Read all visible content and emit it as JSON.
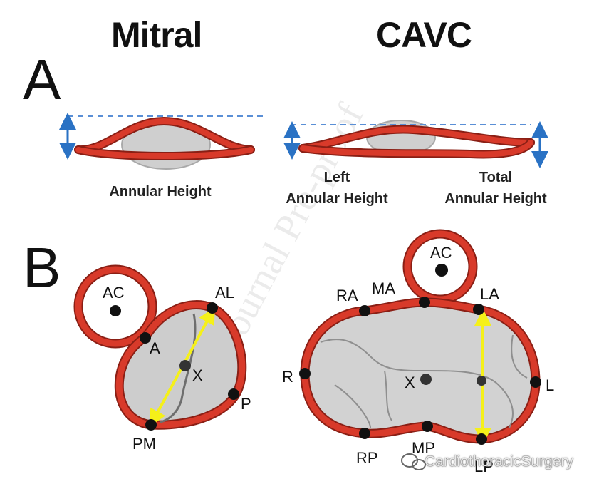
{
  "headings": {
    "mitral": "Mitral",
    "cavc": "CAVC"
  },
  "panels": {
    "a": "A",
    "b": "B"
  },
  "panel_a": {
    "mitral_caption": "Annular Height",
    "left_caption_line1": "Left",
    "left_caption_line2": "Annular Height",
    "total_caption_line1": "Total",
    "total_caption_line2": "Annular Height"
  },
  "mitral_labels": {
    "ac": "AC",
    "al": "AL",
    "a": "A",
    "x": "X",
    "p": "P",
    "pm": "PM"
  },
  "cavc_labels": {
    "ac": "AC",
    "ra": "RA",
    "ma": "MA",
    "la": "LA",
    "r": "R",
    "x": "X",
    "l": "L",
    "rp": "RP",
    "mp": "MP",
    "lp": "LP"
  },
  "watermark": "Journal Pre-proof",
  "brand": "CardiothoracicSurgery",
  "colors": {
    "annulus": "#d83a2a",
    "leaflet": "#c4c4c4",
    "arrow": "#f5f019",
    "dashed": "#5a8fd6",
    "height_arrow": "#2a72c4"
  }
}
